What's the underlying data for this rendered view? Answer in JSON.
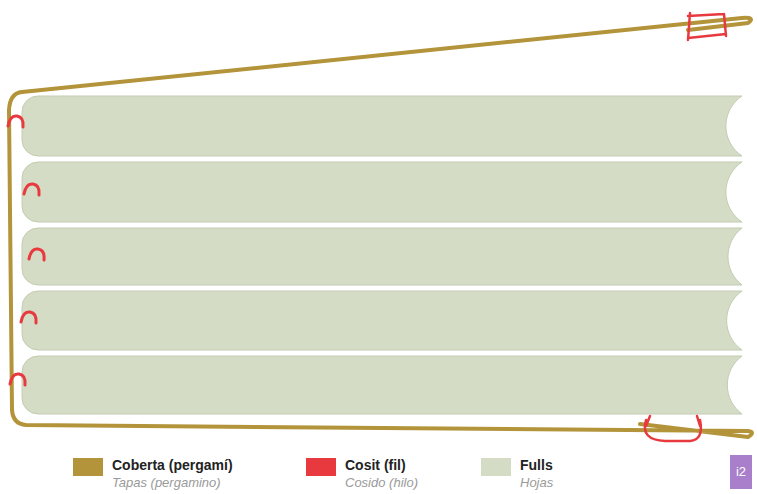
{
  "diagram": {
    "labels": [
      "Tapas (pergamino)",
      "Cosido (hilo)",
      "Hojas",
      "i2"
    ],
    "legend": [
      {
        "text": "Coberta (pergamí)",
        "color": "#b3943b"
      },
      {
        "text": "Cosit (fil)",
        "color": "#e8393e"
      },
      {
        "text": "Fulls",
        "color": "#d4dcc6"
      }
    ]
  }
}
